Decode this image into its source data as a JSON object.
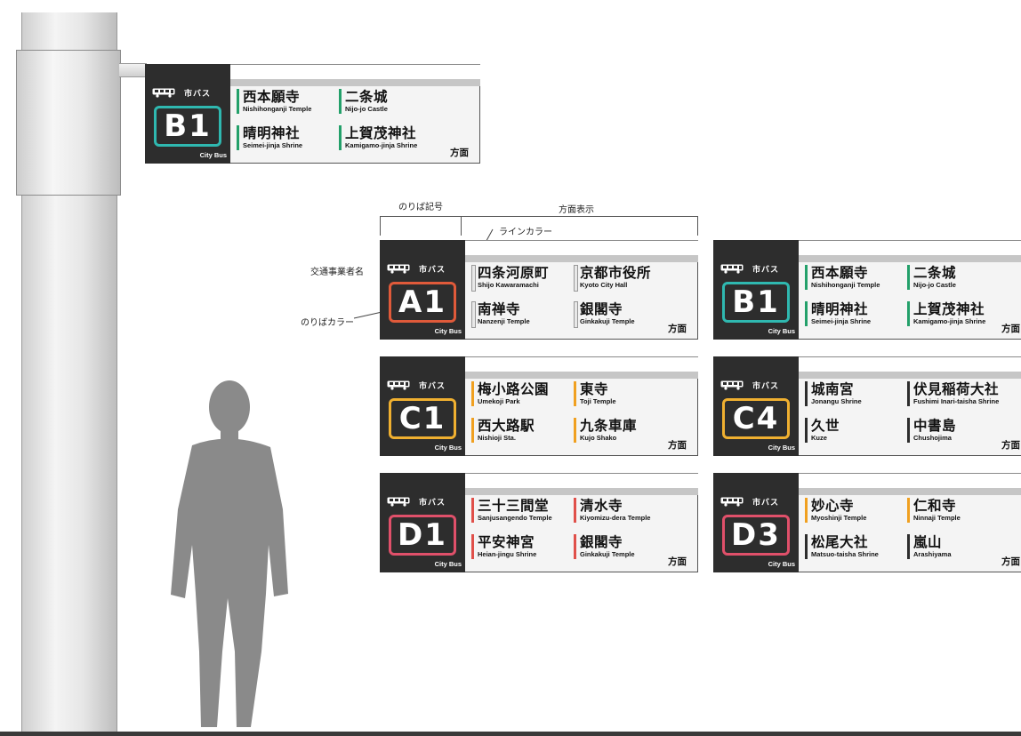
{
  "annotations": {
    "platform_code": "のりば記号",
    "direction_display": "方面表示",
    "line_color": "ラインカラー",
    "operator_name": "交通事業者名",
    "platform_color": "のりばカラー"
  },
  "sign_common": {
    "operator": "市バス",
    "city_bus": "City Bus",
    "direction_suffix": "方面",
    "bus_icon": "bus-icon"
  },
  "signs": {
    "pole_b1": {
      "code": "B1",
      "color": "#2fb8b0",
      "dest1": {
        "ja": "西本願寺",
        "en": "Nishihonganji Temple",
        "line": "#23a06a"
      },
      "dest2": {
        "ja": "二条城",
        "en": "Nijo-jo Castle",
        "line": "#23a06a"
      },
      "dest3": {
        "ja": "晴明神社",
        "en": "Seimei-jinja Shrine",
        "line": "#23a06a"
      },
      "dest4": {
        "ja": "上賀茂神社",
        "en": "Kamigamo-jinja Shrine",
        "line": "#23a06a"
      }
    },
    "a1": {
      "code": "A1",
      "color": "#e05a3a",
      "dest1": {
        "ja": "四条河原町",
        "en": "Shijo Kawaramachi",
        "line": "#e8e8e8"
      },
      "dest2": {
        "ja": "京都市役所",
        "en": "Kyoto City Hall",
        "line": "#e8e8e8"
      },
      "dest3": {
        "ja": "南禅寺",
        "en": "Nanzenji Temple",
        "line": "#e8e8e8"
      },
      "dest4": {
        "ja": "銀閣寺",
        "en": "Ginkakuji Temple",
        "line": "#e8e8e8"
      }
    },
    "b1": {
      "code": "B1",
      "color": "#2fb8b0",
      "dest1": {
        "ja": "西本願寺",
        "en": "Nishihonganji Temple",
        "line": "#23a06a"
      },
      "dest2": {
        "ja": "二条城",
        "en": "Nijo-jo Castle",
        "line": "#23a06a"
      },
      "dest3": {
        "ja": "晴明神社",
        "en": "Seimei-jinja Shrine",
        "line": "#23a06a"
      },
      "dest4": {
        "ja": "上賀茂神社",
        "en": "Kamigamo-jinja Shrine",
        "line": "#23a06a"
      }
    },
    "c1": {
      "code": "C1",
      "color": "#f0b030",
      "dest1": {
        "ja": "梅小路公園",
        "en": "Umekoji Park",
        "line": "#f0a020"
      },
      "dest2": {
        "ja": "東寺",
        "en": "Toji Temple",
        "line": "#f0a020"
      },
      "dest3": {
        "ja": "西大路駅",
        "en": "Nishioji Sta.",
        "line": "#f0a020"
      },
      "dest4": {
        "ja": "九条車庫",
        "en": "Kujo Shako",
        "line": "#f0a020"
      }
    },
    "c4": {
      "code": "C4",
      "color": "#f0b030",
      "dest1": {
        "ja": "城南宮",
        "en": "Jonangu Shrine",
        "line": "#2d2d2d"
      },
      "dest2": {
        "ja": "伏見稲荷大社",
        "en": "Fushimi Inari-taisha Shrine",
        "line": "#2d2d2d"
      },
      "dest3": {
        "ja": "久世",
        "en": "Kuze",
        "line": "#2d2d2d"
      },
      "dest4": {
        "ja": "中書島",
        "en": "Chushojima",
        "line": "#2d2d2d"
      }
    },
    "d1": {
      "code": "D1",
      "color": "#e0506a",
      "dest1": {
        "ja": "三十三間堂",
        "en": "Sanjusangendo Temple",
        "line": "#e0504a"
      },
      "dest2": {
        "ja": "清水寺",
        "en": "Kiyomizu-dera Temple",
        "line": "#e0504a"
      },
      "dest3": {
        "ja": "平安神宮",
        "en": "Heian-jingu Shrine",
        "line": "#e0504a"
      },
      "dest4": {
        "ja": "銀閣寺",
        "en": "Ginkakuji Temple",
        "line": "#e0504a"
      }
    },
    "d3": {
      "code": "D3",
      "color": "#e0506a",
      "dest1": {
        "ja": "妙心寺",
        "en": "Myoshinji Temple",
        "line": "#f0a020"
      },
      "dest2": {
        "ja": "仁和寺",
        "en": "Ninnaji Temple",
        "line": "#f0a020"
      },
      "dest3": {
        "ja": "松尾大社",
        "en": "Matsuo-taisha Shrine",
        "line": "#2d2d2d"
      },
      "dest4": {
        "ja": "嵐山",
        "en": "Arashiyama",
        "line": "#2d2d2d"
      }
    }
  }
}
